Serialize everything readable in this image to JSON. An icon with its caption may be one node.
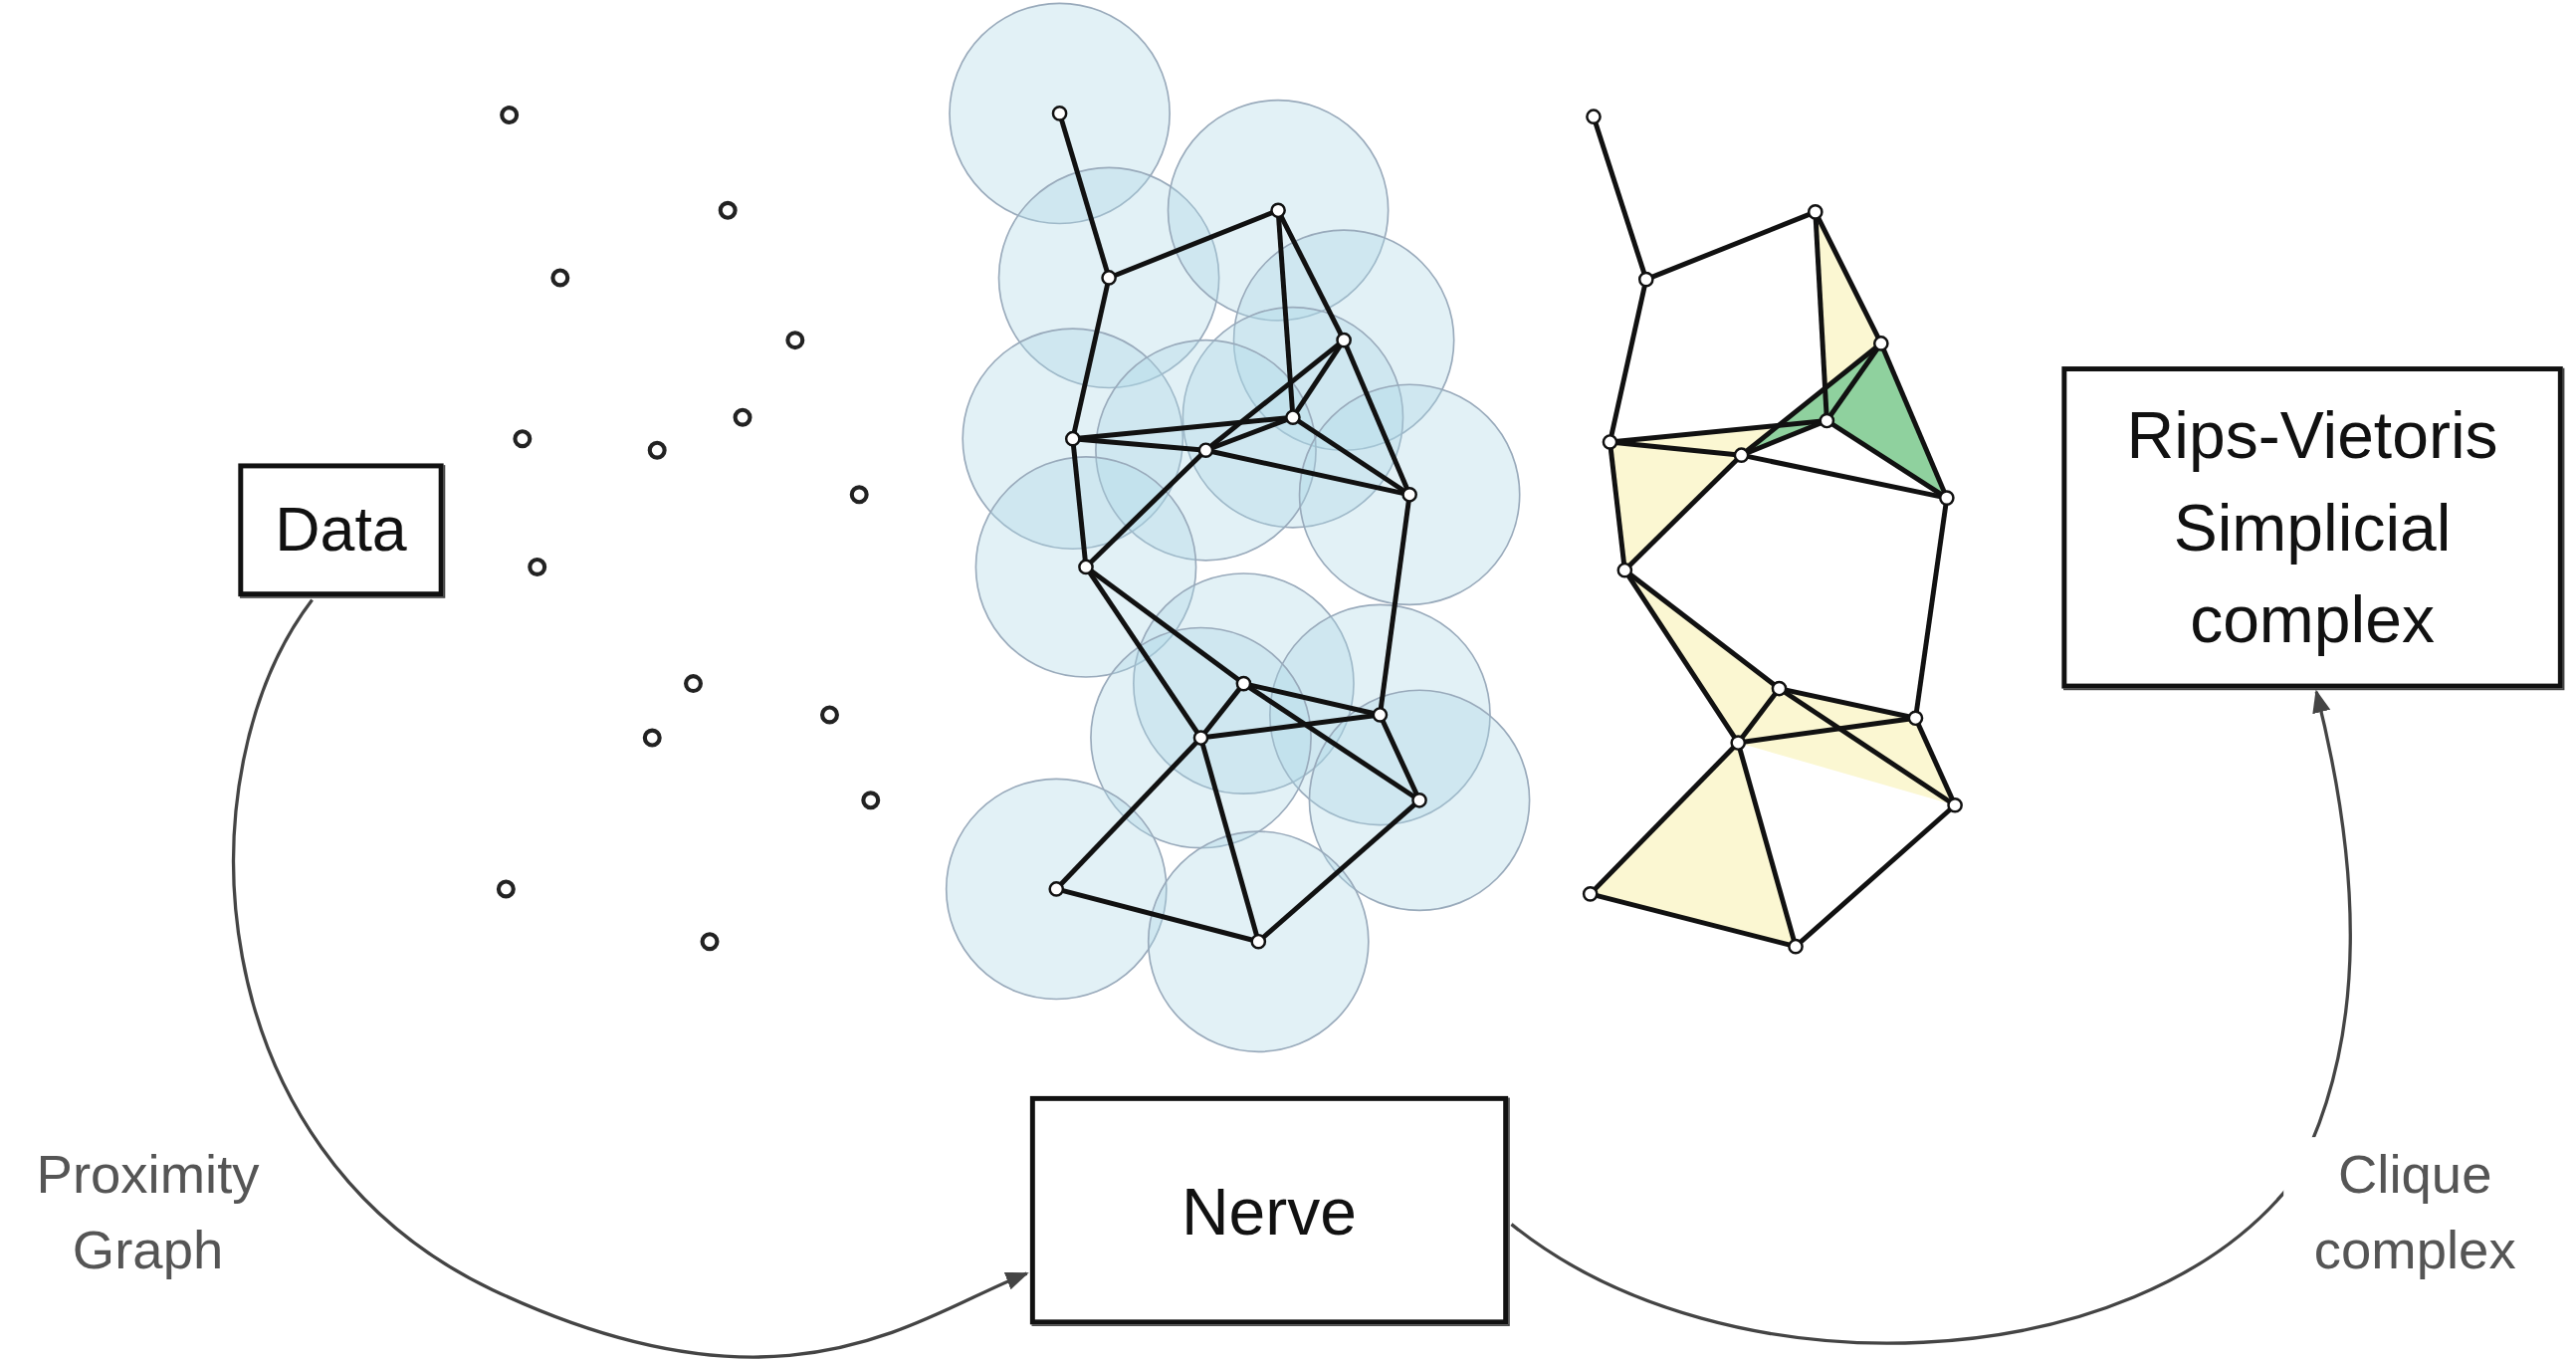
{
  "diagram": {
    "nodes": [
      {
        "text": [
          "Data"
        ]
      },
      {
        "text": [
          "Nerve"
        ]
      },
      {
        "text": [
          "Rips-Vietoris Simplicial complex"
        ]
      }
    ],
    "edges": [
      {
        "from": 0,
        "to": 1,
        "arrow": "to",
        "label": "Proximity Graph"
      },
      {
        "from": 1,
        "to": 2,
        "arrow": "to",
        "label": "Clique complex"
      }
    ]
  }
}
